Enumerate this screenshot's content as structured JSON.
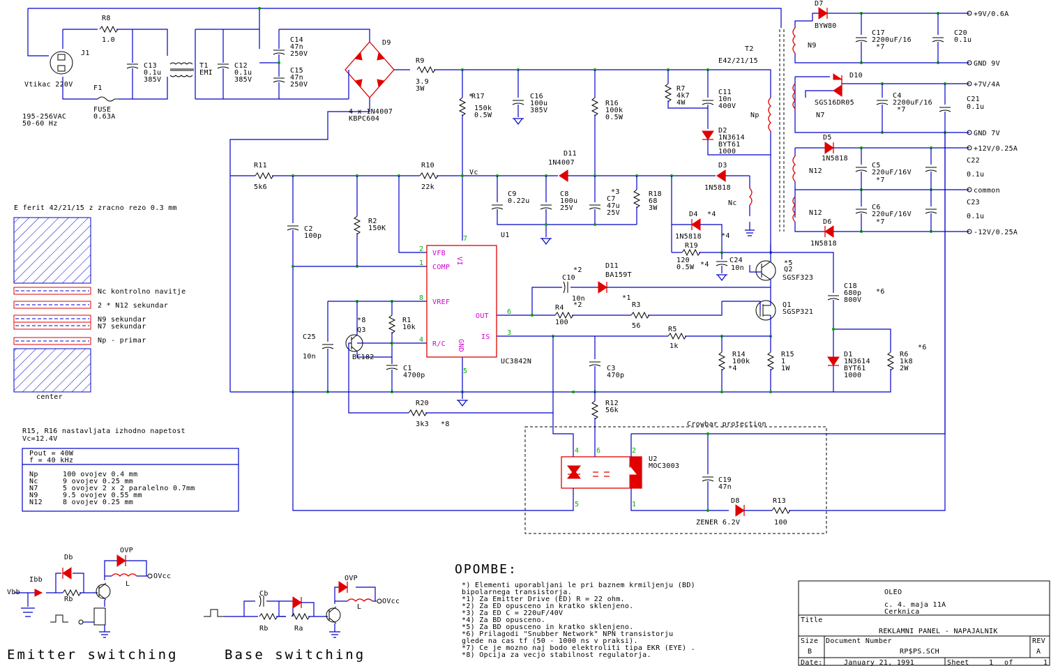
{
  "mains": {
    "connector": "J1",
    "connector_label": "Vtikac 220V",
    "input_range": "195-256VAC",
    "frequency": "50-60 Hz",
    "fuse": {
      "ref": "F1",
      "type": "FUSE",
      "value": "0.63A"
    },
    "r8": {
      "ref": "R8",
      "value": "1.0"
    },
    "c13": {
      "ref": "C13",
      "value": "0.1u",
      "voltage": "385V"
    },
    "t1": {
      "ref": "T1",
      "type": "EMI"
    },
    "c12": {
      "ref": "C12",
      "value": "0.1u",
      "voltage": "385V"
    },
    "c14": {
      "ref": "C14",
      "value": "47n",
      "voltage": "250V"
    },
    "c15": {
      "ref": "C15",
      "value": "47n",
      "voltage": "250V"
    },
    "d9": {
      "ref": "D9",
      "line1": "4 x 1N4007",
      "line2": "KBPC604"
    }
  },
  "primary": {
    "r9": {
      "ref": "R9",
      "value": "3.9",
      "power": "3W"
    },
    "r17": {
      "ref": "R17",
      "value": "150k",
      "power": "0.5W",
      "mark": "*"
    },
    "c16": {
      "ref": "C16",
      "value": "100u",
      "voltage": "385V"
    },
    "r16": {
      "ref": "R16",
      "value": "100k",
      "power": "0.5W"
    },
    "r7": {
      "ref": "R7",
      "value": "4k7",
      "power": "4W"
    },
    "c11": {
      "ref": "C11",
      "value": "10n",
      "voltage": "400V"
    },
    "d2": {
      "ref": "D2",
      "line1": "1N3614",
      "line2": "BYT61",
      "line3": "1000"
    },
    "t2": {
      "ref": "T2",
      "type": "E42/21/15",
      "np": "Np",
      "nc": "Nc"
    },
    "r11": {
      "ref": "R11",
      "value": "5k6"
    },
    "r10": {
      "ref": "R10",
      "value": "22k"
    },
    "vc": "Vc",
    "d11a": {
      "ref": "D11",
      "value": "1N4007"
    },
    "d3": {
      "ref": "D3",
      "value": "1N5818"
    },
    "c9": {
      "ref": "C9",
      "value": "0.22u"
    },
    "c8": {
      "ref": "C8",
      "value": "100u",
      "voltage": "25V"
    },
    "c7": {
      "ref": "C7",
      "value": "47u",
      "voltage": "25V",
      "mark": "*3"
    },
    "r18": {
      "ref": "R18",
      "value": "68",
      "power": "3W"
    },
    "d4": {
      "ref": "D4",
      "value": "1N5818",
      "mark": "*4"
    },
    "r19": {
      "ref": "R19",
      "value": "120",
      "power": "0.5W",
      "mark": "*4"
    },
    "c24": {
      "ref": "C24",
      "value": "10n",
      "mark": "*4"
    },
    "q2": {
      "ref": "Q2",
      "type": "SGSF323",
      "mark": "*5"
    },
    "q1": {
      "ref": "Q1",
      "type": "SGSP321"
    },
    "c10": {
      "ref": "C10",
      "value": "10n",
      "mark": "*2"
    },
    "d11b": {
      "ref": "D11",
      "value": "BA159T"
    },
    "r4": {
      "ref": "R4",
      "value": "100",
      "mark": "*2"
    },
    "r3": {
      "ref": "R3",
      "value": "56",
      "mark": "*1"
    },
    "r5": {
      "ref": "R5",
      "value": "1k"
    },
    "r14": {
      "ref": "R14",
      "value": "100k",
      "mark": "*4"
    },
    "r15": {
      "ref": "R15",
      "value": "1",
      "power": "1W"
    },
    "c18": {
      "ref": "C18",
      "value": "680p",
      "voltage": "800V",
      "mark": "*6"
    },
    "d1": {
      "ref": "D1",
      "line1": "1N3614",
      "line2": "BYT61",
      "line3": "1000"
    },
    "r6": {
      "ref": "R6",
      "value": "1k8",
      "power": "2W",
      "mark": "*6"
    },
    "c2": {
      "ref": "C2",
      "value": "100p"
    },
    "r2": {
      "ref": "R2",
      "value": "150K"
    },
    "r1": {
      "ref": "R1",
      "value": "10k"
    },
    "q3": {
      "ref": "Q3",
      "type": "BC182",
      "mark": "*8"
    },
    "c25": {
      "ref": "C25",
      "value": "10n"
    },
    "c1": {
      "ref": "C1",
      "value": "4700p"
    },
    "c3": {
      "ref": "C3",
      "value": "470p"
    },
    "r20": {
      "ref": "R20",
      "value": "3k3",
      "mark": "*8"
    },
    "r12": {
      "ref": "R12",
      "value": "56k"
    }
  },
  "ic": {
    "ref": "U1",
    "part": "UC3842N",
    "pins": [
      {
        "num": "2",
        "name": "VFB"
      },
      {
        "num": "1",
        "name": "COMP"
      },
      {
        "num": "8",
        "name": "VREF"
      },
      {
        "num": "4",
        "name": "R/C"
      },
      {
        "num": "7",
        "name": "VI"
      },
      {
        "num": "6",
        "name": "OUT"
      },
      {
        "num": "3",
        "name": "IS"
      },
      {
        "num": "5",
        "name": "GND"
      }
    ]
  },
  "secondary": {
    "d7": {
      "ref": "D7",
      "value": "BYW80"
    },
    "c17": {
      "ref": "C17",
      "value": "2200uF/16",
      "mark": "*7"
    },
    "c20": {
      "ref": "C20",
      "value": "0.1u"
    },
    "n9": "N9",
    "d10": {
      "ref": "D10",
      "value": "SGS16DR05"
    },
    "n7": "N7",
    "c4": {
      "ref": "C4",
      "value": "2200uF/16",
      "mark": "*7"
    },
    "c21": {
      "ref": "C21",
      "value": "0.1u"
    },
    "d5": {
      "ref": "D5",
      "value": "1N5818"
    },
    "n12a": "N12",
    "c5": {
      "ref": "C5",
      "value": "220uF/16V",
      "mark": "*7"
    },
    "c22": {
      "ref": "C22",
      "value": "0.1u"
    },
    "n12b": "N12",
    "c6": {
      "ref": "C6",
      "value": "220uF/16V",
      "mark": "*7"
    },
    "c23": {
      "ref": "C23",
      "value": "0.1u"
    },
    "d6": {
      "ref": "D6",
      "value": "1N5818"
    },
    "outputs": [
      "+9V/0.6A",
      "GND 9V",
      "+7V/4A",
      "GND 7V",
      "+12V/0.25A",
      "common",
      "-12V/0.25A"
    ]
  },
  "crowbar": {
    "title": "Crowbar protection",
    "u2": {
      "ref": "U2",
      "type": "MOC3003"
    },
    "c19": {
      "ref": "C19",
      "value": "47n"
    },
    "d8": {
      "ref": "D8",
      "value": "ZENER 6.2V"
    },
    "r13": {
      "ref": "R13",
      "value": "100"
    },
    "pins": [
      "4",
      "6",
      "2",
      "5",
      "1"
    ]
  },
  "core": {
    "title": "E ferit 42/21/15 z zracno rezo 0.3 mm",
    "layers": [
      "Nc kontrolno navitje",
      "2 * N12 sekundar",
      "N9 sekundar",
      "N7 sekundar",
      "Np - primar"
    ],
    "center": "center"
  },
  "notes_left": {
    "line1": "R15, R16 nastavljata izhodno napetost",
    "line2": "Vc=12.4V",
    "table_head": [
      "Pout = 40W",
      "f = 40 kHz"
    ],
    "windings": [
      {
        "name": "Np",
        "desc": "100 ovojev  0.4 mm"
      },
      {
        "name": "Nc",
        "desc": "9 ovojev 0.25 mm"
      },
      {
        "name": "N7",
        "desc": "5 ovojev 2 x 2 paralelno 0.7mm"
      },
      {
        "name": "N9",
        "desc": "9.5 ovojev 0.55 mm"
      },
      {
        "name": "N12",
        "desc": "8 ovojev 0.25 mm"
      }
    ]
  },
  "mini": {
    "emitter": {
      "title": "Emitter switching",
      "ovp": "OVP",
      "db": "Db",
      "ibb": "Ibb",
      "vbb": "Vbb",
      "rb": "Rb",
      "l": "L",
      "ovcc": "OVcc"
    },
    "base": {
      "title": "Base switching",
      "ovp": "OVP",
      "cb": "Cb",
      "rb": "Rb",
      "ra": "Ra",
      "l": "L",
      "ovcc": "OVcc"
    }
  },
  "opombe": {
    "title": "OPOMBE:",
    "lines": [
      "*) Elementi uporabljani le pri baznem krmiljenju (BD)",
      "   bipolarnega transistorja.",
      "*1) Za Emitter Drive (ED) R = 22 ohm.",
      "*2) Za ED opusceno in kratko sklenjeno.",
      "*3) Za ED C = 220uF/40V",
      "*4) Za BD opusceno.",
      "*5) Za BD opusceno in kratko sklenjeno.",
      "*6) Prilagodi \"Snubber Network\" NPN transistorju",
      "    glede na cas tf (50 - 1000 ns v praksi).",
      "*7) Ce je mozno naj bodo elektroliti tipa EKR (EYE) .",
      "*8) Opcija za vecjo stabilnost regulatorja."
    ]
  },
  "titleblock": {
    "company": "OLEO",
    "address1": "c. 4. maja 11A",
    "address2": "Cerknica",
    "title_label": "Title",
    "title": "REKLAMNI PANEL - NAPAJALNIK",
    "size_label": "Size",
    "size": "B",
    "docnum_label": "Document Number",
    "docnum": "RP$PS.SCH",
    "rev_label": "REV",
    "rev": "A",
    "date_label": "Date:",
    "date": "January 21, 1991",
    "sheet_label": "Sheet",
    "sheet": "1",
    "of_label": "of",
    "of": "1"
  },
  "colors": {
    "wire": "#0000c8",
    "part": "#e00000",
    "pin": "#00b000",
    "pinname": "#d000d0"
  }
}
